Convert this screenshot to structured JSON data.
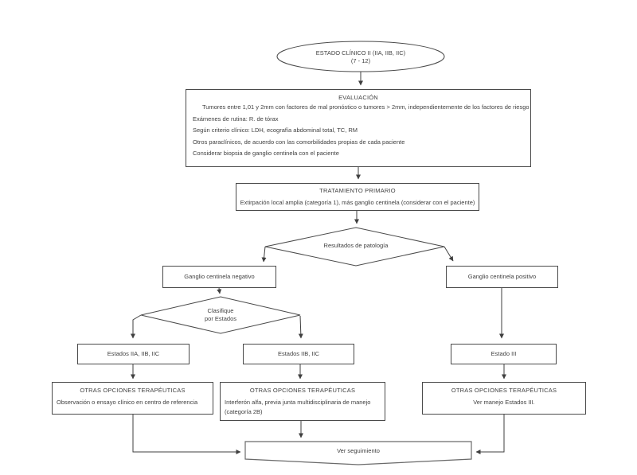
{
  "colors": {
    "line": "#3f3f3f",
    "border": "#4a4a4a",
    "text": "#3f3f3f",
    "background": "#ffffff"
  },
  "flowchart": {
    "start": {
      "line1": "ESTADO CLÍNICO II (IIA, IIB, IIC)",
      "line2": "(7 - 12)"
    },
    "evaluation": {
      "title": "EVALUACIÓN",
      "lines": [
        "Tumores entre 1,01 y 2mm con factores de mal pronóstico o tumores > 2mm, independientemente de los factores de riesgo",
        "Exámenes de rutina: R. de tórax",
        "Según criterio clínico: LDH, ecografía abdominal total, TC, RM",
        "Otros paraclínicos, de acuerdo con las comorbilidades propias de cada paciente",
        "Considerar biopsia de ganglio centinela con el paciente"
      ]
    },
    "primary_treatment": {
      "title": "TRATAMIENTO PRIMARIO",
      "body": "Extirpación local amplia (categoría 1), más ganglio centinela (considerar con el paciente)"
    },
    "pathology_decision": "Resultados de patología",
    "sentinel_negative": "Ganglio centinela negativo",
    "sentinel_positive": "Ganglio centinela positivo",
    "classify_decision": {
      "line1": "Clasifique",
      "line2": "por Estados"
    },
    "stages_a": "Estados IIA, IIB, IIC",
    "stages_b": "Estados IIB, IIC",
    "stage_iii": "Estado III",
    "other_options_a": {
      "title": "OTRAS OPCIONES TERAPÉUTICAS",
      "body": "Observación o ensayo clínico en centro de referencia"
    },
    "other_options_b": {
      "title": "OTRAS OPCIONES TERAPÉUTICAS",
      "body_line1": "Interferón alfa, previa junta multidisciplinaria de manejo",
      "body_line2": "(categoría 2B)"
    },
    "other_options_c": {
      "title": "OTRAS OPCIONES TERAPÉUTICAS",
      "body": "Ver manejo Estados III."
    },
    "follow_up": "Ver seguimiento"
  }
}
